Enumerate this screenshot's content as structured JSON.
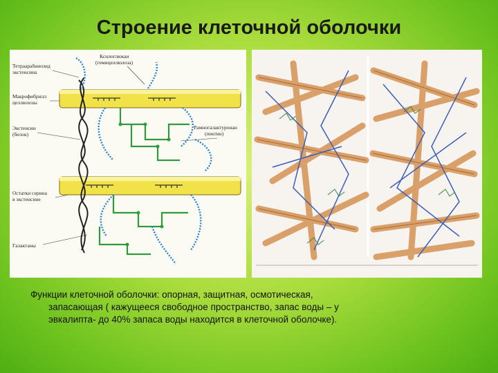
{
  "slide": {
    "title": "Строение клеточной оболочки"
  },
  "left_diagram": {
    "labels": {
      "tetra": [
        "Тетраарабинозид",
        "экстенсина"
      ],
      "macrofibril": [
        "Макрофибрилл",
        "целлюлозы"
      ],
      "extensin": [
        "Экстенсин",
        "(белок)"
      ],
      "serine": [
        "Остатки серина",
        "в экстенсине"
      ],
      "galactans": [
        "Галактаны"
      ],
      "xyloglucan": [
        "Ксилоглюкан",
        "(гемицеллюлоза)"
      ],
      "rhamno": [
        "Рамногалактуронан",
        "(пектин)"
      ]
    }
  },
  "caption": {
    "line1": "Функции клеточной оболочки: опорная, защитная, осмотическая,",
    "line2": "запасающая ( кажущееся свободное пространство, запас воды – у",
    "line3": "эвкалипта- до 40% запаса воды находится в клеточной оболочке)."
  },
  "colors": {
    "fibril": "#f2e24a",
    "chain_blue": "#2a7fd0",
    "pectin_green": "#2f9a3a",
    "cellulose_tan": "#d9a06a",
    "hemicellulose_blue": "#3a5db8"
  }
}
